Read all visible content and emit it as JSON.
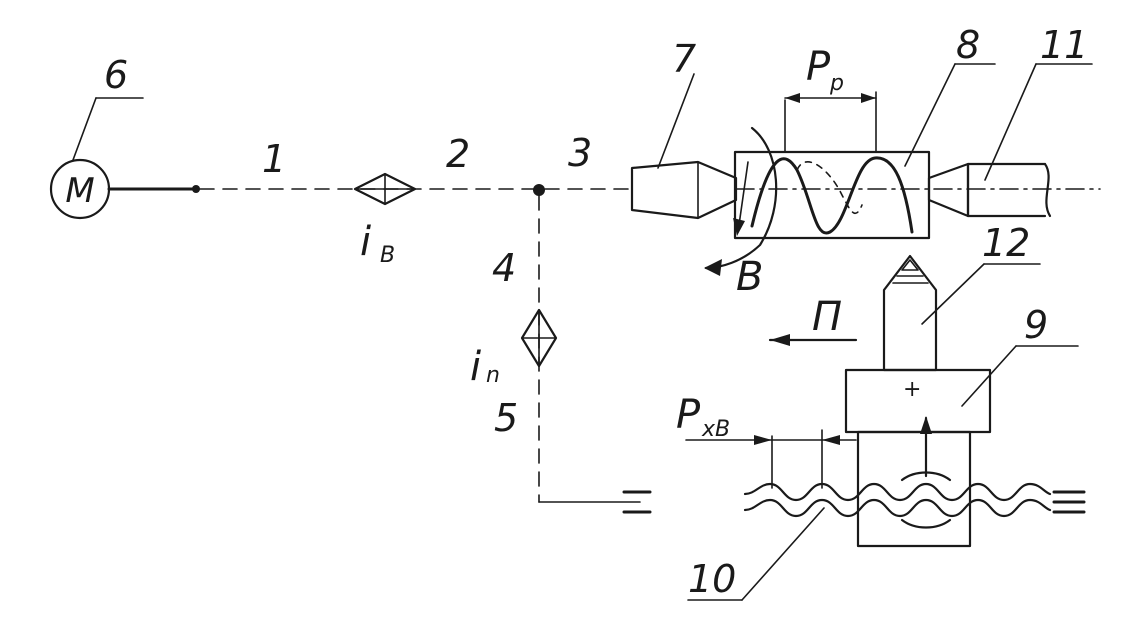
{
  "labels": {
    "n1": "1",
    "n2": "2",
    "n3": "3",
    "n4": "4",
    "n5": "5",
    "n6": "6",
    "n7": "7",
    "n8": "8",
    "n9": "9",
    "n10": "10",
    "n11": "11",
    "n12": "12",
    "motor": "M",
    "iv_main": "i",
    "iv_sub": "B",
    "in_main": "i",
    "in_sub": "n",
    "pp_main": "P",
    "pp_sub": "p",
    "pxv_main": "P",
    "pxv_sub": "xB",
    "rotation": "B",
    "feed": "П",
    "plus": "+"
  }
}
